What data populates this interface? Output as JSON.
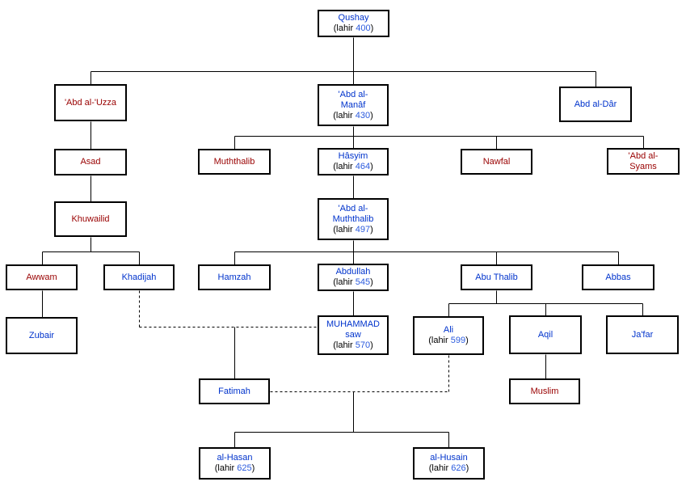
{
  "diagram": {
    "type": "family-tree",
    "background": "#ffffff",
    "birth_prefix": "(lahir ",
    "birth_suffix": ")",
    "colors": {
      "box_border": "#000000",
      "connector": "#000000",
      "name_red": "#990000",
      "name_blue": "#0033cc",
      "year_blue": "#2a5ade"
    },
    "nodes": [
      {
        "id": "qushay",
        "name": "Qushay",
        "name_lines": [
          "Qushay"
        ],
        "birth_year": "400",
        "color": "blue"
      },
      {
        "id": "abd-al-uzza",
        "name": "'Abd al-'Uzza",
        "name_lines": [
          "'Abd al-'Uzza"
        ],
        "birth_year": "",
        "color": "red"
      },
      {
        "id": "abd-al-manaf",
        "name": "'Abd al-Manâf",
        "name_lines": [
          "'Abd al-",
          "Manâf"
        ],
        "birth_year": "430",
        "color": "blue"
      },
      {
        "id": "abd-al-dar",
        "name": "Abd al-Dâr",
        "name_lines": [
          "Abd al-Dâr"
        ],
        "birth_year": "",
        "color": "blue"
      },
      {
        "id": "asad",
        "name": "Asad",
        "name_lines": [
          "Asad"
        ],
        "birth_year": "",
        "color": "red"
      },
      {
        "id": "muththalib",
        "name": "Muththalib",
        "name_lines": [
          "Muththalib"
        ],
        "birth_year": "",
        "color": "red"
      },
      {
        "id": "hasyim",
        "name": "Hâsyim",
        "name_lines": [
          "Hâsyim"
        ],
        "birth_year": "464",
        "color": "blue"
      },
      {
        "id": "nawfal",
        "name": "Nawfal",
        "name_lines": [
          "Nawfal"
        ],
        "birth_year": "",
        "color": "red"
      },
      {
        "id": "abd-al-syams",
        "name": "'Abd al-Syams",
        "name_lines": [
          "'Abd al-",
          "Syams"
        ],
        "birth_year": "",
        "color": "red"
      },
      {
        "id": "khuwailid",
        "name": "Khuwailid",
        "name_lines": [
          "Khuwailid"
        ],
        "birth_year": "",
        "color": "red"
      },
      {
        "id": "abd-al-muththalib",
        "name": "'Abd al-Muththalib",
        "name_lines": [
          "'Abd al-",
          "Muththalib"
        ],
        "birth_year": "497",
        "color": "blue"
      },
      {
        "id": "awwam",
        "name": "Awwam",
        "name_lines": [
          "Awwam"
        ],
        "birth_year": "",
        "color": "red"
      },
      {
        "id": "khadijah",
        "name": "Khadijah",
        "name_lines": [
          "Khadijah"
        ],
        "birth_year": "",
        "color": "blue"
      },
      {
        "id": "hamzah",
        "name": "Hamzah",
        "name_lines": [
          "Hamzah"
        ],
        "birth_year": "",
        "color": "blue"
      },
      {
        "id": "abdullah",
        "name": "Abdullah",
        "name_lines": [
          "Abdullah"
        ],
        "birth_year": "545",
        "color": "blue"
      },
      {
        "id": "abu-thalib",
        "name": "Abu Thalib",
        "name_lines": [
          "Abu Thalib"
        ],
        "birth_year": "",
        "color": "blue"
      },
      {
        "id": "abbas",
        "name": "Abbas",
        "name_lines": [
          "Abbas"
        ],
        "birth_year": "",
        "color": "blue"
      },
      {
        "id": "zubair",
        "name": "Zubair",
        "name_lines": [
          "Zubair"
        ],
        "birth_year": "",
        "color": "blue"
      },
      {
        "id": "muhammad",
        "name": "MUHAMMAD saw",
        "name_lines": [
          "MUHAMMAD",
          "saw"
        ],
        "birth_year": "570",
        "color": "blue"
      },
      {
        "id": "ali",
        "name": "Ali",
        "name_lines": [
          "Ali"
        ],
        "birth_year": "599",
        "color": "blue"
      },
      {
        "id": "aqil",
        "name": "Aqil",
        "name_lines": [
          "Aqil"
        ],
        "birth_year": "",
        "color": "blue"
      },
      {
        "id": "jafar",
        "name": "Ja'far",
        "name_lines": [
          "Ja'far"
        ],
        "birth_year": "",
        "color": "blue"
      },
      {
        "id": "fatimah",
        "name": "Fatimah",
        "name_lines": [
          "Fatimah"
        ],
        "birth_year": "",
        "color": "blue"
      },
      {
        "id": "muslim",
        "name": "Muslim",
        "name_lines": [
          "Muslim"
        ],
        "birth_year": "",
        "color": "red"
      },
      {
        "id": "al-hasan",
        "name": "al-Hasan",
        "name_lines": [
          "al-Hasan"
        ],
        "birth_year": "625",
        "color": "blue"
      },
      {
        "id": "al-husain",
        "name": "al-Husain",
        "name_lines": [
          "al-Husain"
        ],
        "birth_year": "626",
        "color": "blue"
      }
    ],
    "relations": {
      "descent": [
        {
          "parent": "qushay",
          "children": [
            "abd-al-uzza",
            "abd-al-manaf",
            "abd-al-dar"
          ]
        },
        {
          "parent": "abd-al-uzza",
          "children": [
            "asad"
          ]
        },
        {
          "parent": "asad",
          "children": [
            "khuwailid"
          ]
        },
        {
          "parent": "abd-al-manaf",
          "children": [
            "muththalib",
            "hasyim",
            "nawfal",
            "abd-al-syams"
          ]
        },
        {
          "parent": "hasyim",
          "children": [
            "abd-al-muththalib"
          ]
        },
        {
          "parent": "khuwailid",
          "children": [
            "awwam",
            "khadijah"
          ]
        },
        {
          "parent": "abd-al-muththalib",
          "children": [
            "hamzah",
            "abdullah",
            "abu-thalib",
            "abbas"
          ]
        },
        {
          "parent": "awwam",
          "children": [
            "zubair"
          ]
        },
        {
          "parent": "abdullah",
          "children": [
            "muhammad"
          ]
        },
        {
          "parent": "abu-thalib",
          "children": [
            "ali",
            "aqil",
            "jafar"
          ]
        },
        {
          "parent": "aqil",
          "children": [
            "muslim"
          ]
        }
      ],
      "marriages": [
        {
          "between": [
            "khadijah",
            "muhammad"
          ],
          "children": [
            "fatimah"
          ],
          "line_style": "dashed"
        },
        {
          "between": [
            "fatimah",
            "ali"
          ],
          "children": [
            "al-hasan",
            "al-husain"
          ],
          "line_style": "dashed"
        }
      ]
    }
  }
}
